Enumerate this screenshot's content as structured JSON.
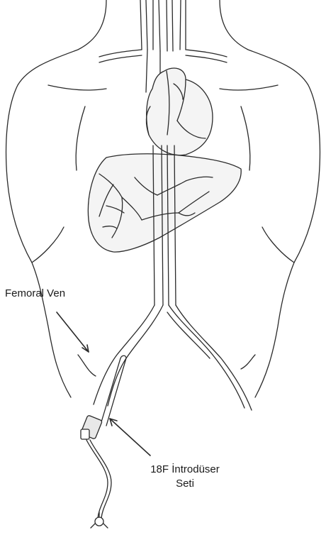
{
  "labels": {
    "femoral_vein": "Femoral Ven",
    "introducer_line1": "18F İntrodüser",
    "introducer_line2": "Seti"
  },
  "colors": {
    "line": "#2a2a2a",
    "organ_fill": "#f4f4f4",
    "background": "#ffffff"
  }
}
